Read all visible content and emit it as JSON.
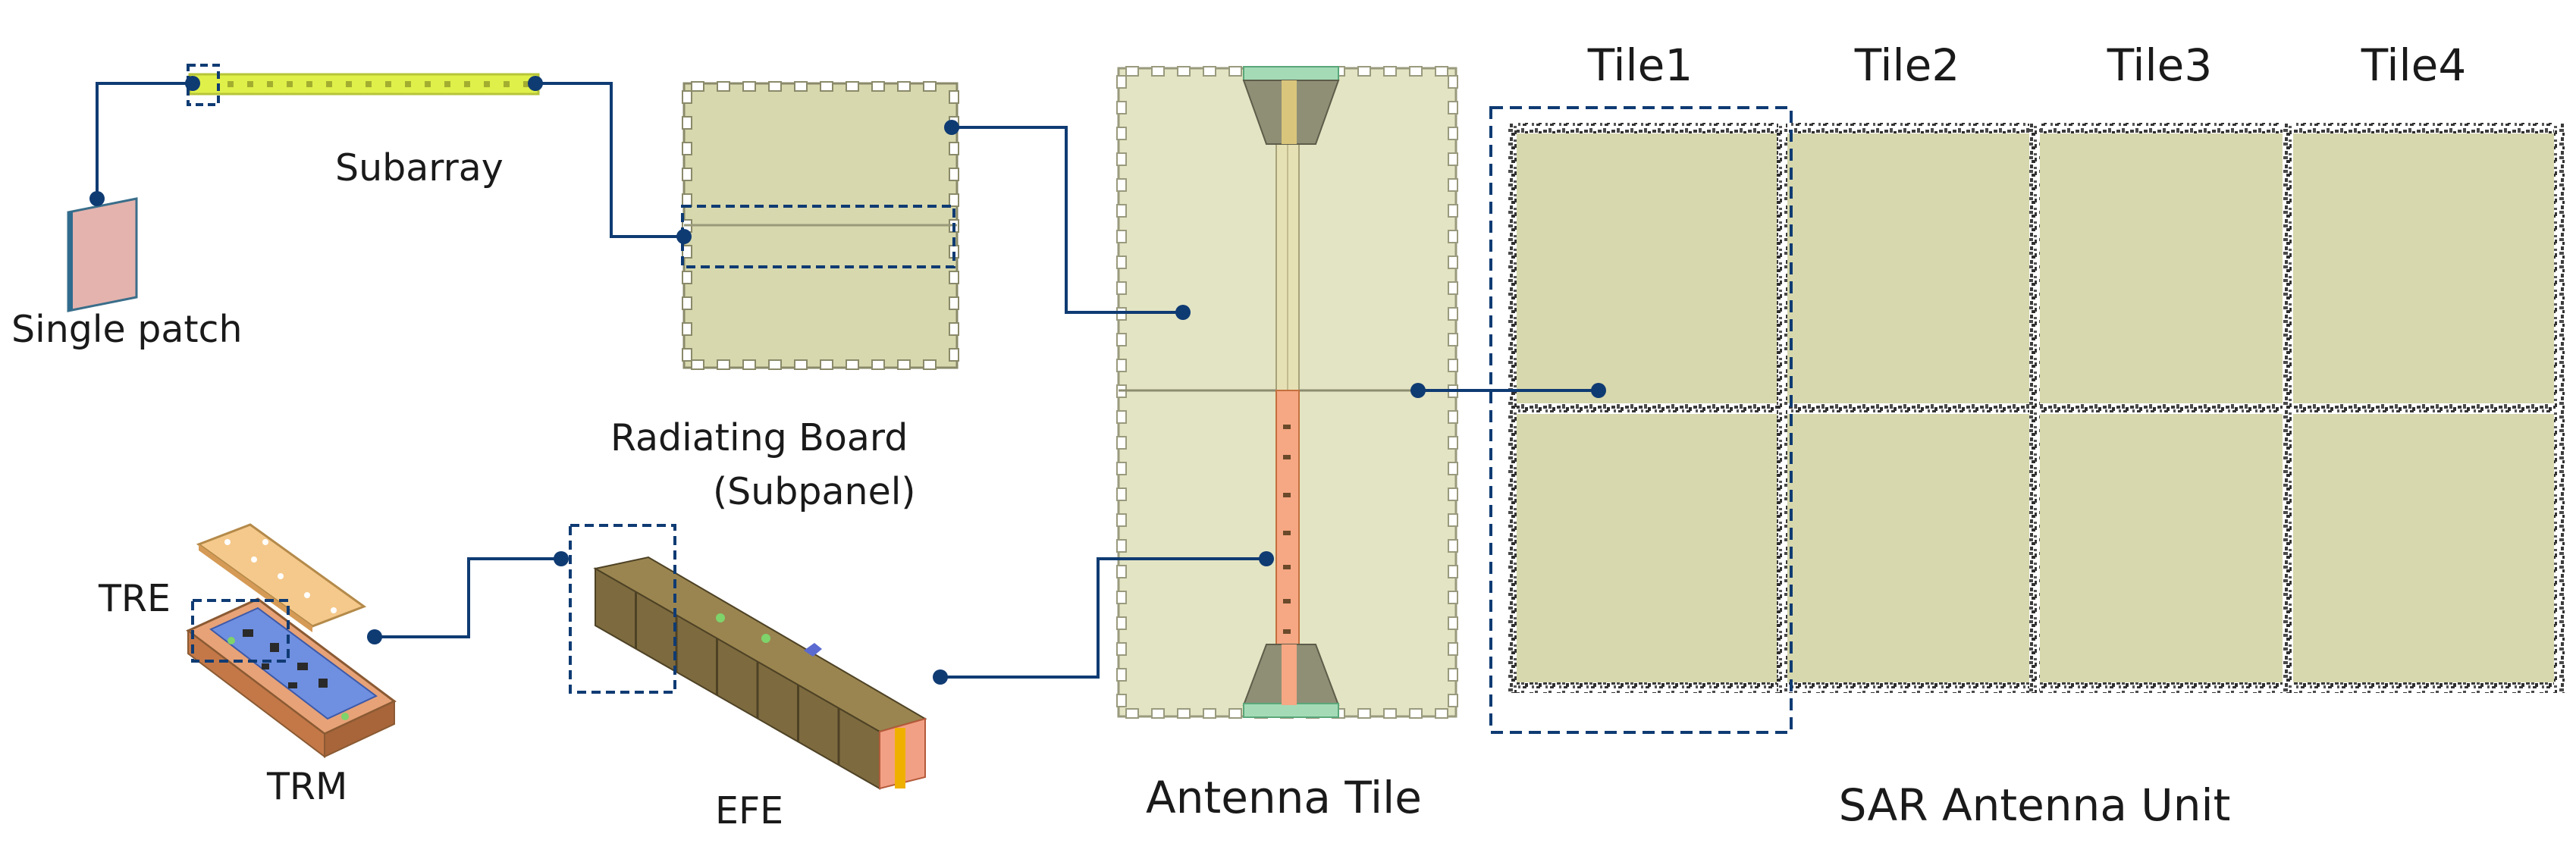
{
  "labels": {
    "single_patch": "Single patch",
    "subarray": "Subarray",
    "radiating_board_line1": "Radiating Board",
    "radiating_board_line2": "(Subpanel)",
    "tre": "TRE",
    "trm": "TRM",
    "efe": "EFE",
    "antenna_tile": "Antenna Tile",
    "sar_antenna_unit": "SAR Antenna Unit"
  },
  "tiles": [
    "Tile1",
    "Tile2",
    "Tile3",
    "Tile4"
  ],
  "colors": {
    "connector": "#0f3b73",
    "board_fill": "#d7d8ad",
    "board_edge": "#8a8a6a",
    "tile_fill": "#e3e4c3",
    "subarray_bar": "#dff04a",
    "patch": "#e4b3ae",
    "tre_plate": "#f5c98c",
    "trm_body": "#e7a277",
    "trm_board": "#6f8fe0",
    "efe_box": "#7d6a3f",
    "efe_end": "#f2a085",
    "tile_strip": "#f6a783",
    "block": "#8f8f76",
    "block_top": "#a4dbb6"
  },
  "icons": [
    "single-patch-icon",
    "subarray-bar-icon",
    "tre-plate-icon",
    "trm-module-icon",
    "efe-module-icon"
  ]
}
